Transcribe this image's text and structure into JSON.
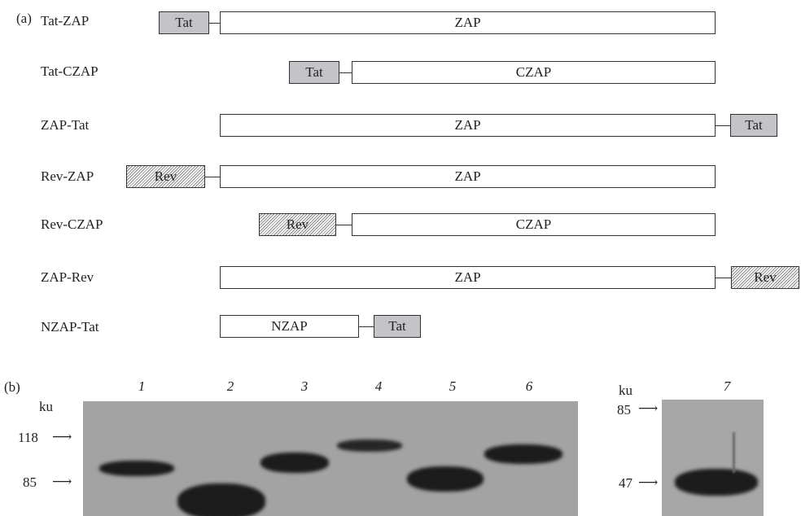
{
  "panel_a": {
    "label": "(a)",
    "constructs": [
      {
        "name": "Tat-ZAP",
        "boxes": [
          "Tat",
          "ZAP"
        ]
      },
      {
        "name": "Tat-CZAP",
        "boxes": [
          "Tat",
          "CZAP"
        ]
      },
      {
        "name": "ZAP-Tat",
        "boxes": [
          "ZAP",
          "Tat"
        ]
      },
      {
        "name": "Rev-ZAP",
        "boxes": [
          "Rev",
          "ZAP"
        ]
      },
      {
        "name": "Rev-CZAP",
        "boxes": [
          "Rev",
          "CZAP"
        ]
      },
      {
        "name": "ZAP-Rev",
        "boxes": [
          "ZAP",
          "Rev"
        ]
      },
      {
        "name": "NZAP-Tat",
        "boxes": [
          "NZAP",
          "Tat"
        ]
      }
    ]
  },
  "panel_b": {
    "label": "(b)",
    "unit": "ku",
    "blot1": {
      "lanes": [
        "1",
        "2",
        "3",
        "4",
        "5",
        "6"
      ],
      "markers": [
        "118",
        "85"
      ]
    },
    "blot2": {
      "lanes": [
        "7"
      ],
      "markers": [
        "85",
        "47"
      ]
    }
  }
}
